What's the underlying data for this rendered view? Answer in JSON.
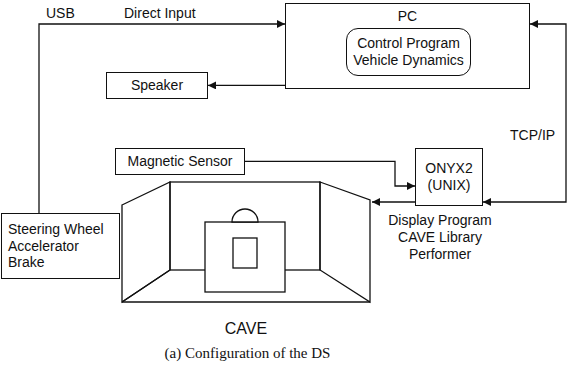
{
  "diagram": {
    "caption": "(a) Configuration of the DS",
    "nodes": [
      {
        "text": [
          "PC"
        ]
      },
      {
        "text": [
          "Control Program Vehicle Dynamics"
        ],
        "in": 0
      },
      {
        "text": [
          "Speaker"
        ]
      },
      {
        "text": [
          "Magnetic Sensor"
        ]
      },
      {
        "text": [
          "Steering Wheel Accelerator Brake"
        ]
      },
      {
        "text": [
          "CAVE"
        ]
      },
      {
        "text": [
          "ONYX2 (UNIX)"
        ]
      }
    ],
    "edges": [
      {
        "from": 4,
        "to": 0,
        "arrow": "to",
        "label": "Direct Input"
      },
      {
        "from": 0,
        "to": 2,
        "arrow": "to"
      },
      {
        "from": 3,
        "to": 6,
        "arrow": "to"
      },
      {
        "from": 6,
        "to": 5,
        "arrow": "to"
      },
      {
        "from": 0,
        "to": 6,
        "arrow": "both",
        "label": "TCP/IP"
      }
    ],
    "labels": [
      "USB",
      "Display Program CAVE Library Performer"
    ]
  }
}
